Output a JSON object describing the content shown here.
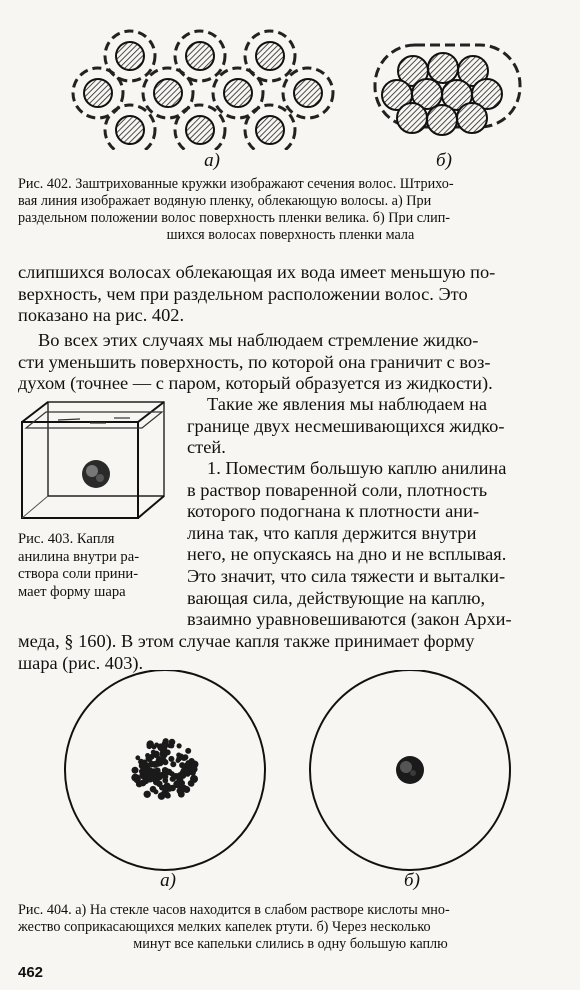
{
  "fig402": {
    "label_a": "а)",
    "label_b": "б)",
    "caption_lines": [
      "Рис. 402. Заштрихованные кружки изображают сечения волос. Штрихо-",
      "вая линия изображает водяную пленку, облекающую волосы. а) При",
      "раздельном положении волос поверхность пленки велика. б) При слип-",
      "шихся волосах поверхность пленки мала"
    ]
  },
  "paragraphs": {
    "p1": [
      "слипшихся волосах облекающая их вода имеет меньшую по-",
      "верхность, чем при раздельном расположении волос. Это",
      "показано на рис. 402."
    ],
    "p2": [
      "Во всех этих случаях мы наблюдаем стремление жидко-",
      "сти уменьшить поверхность, по которой она граничит с воз-",
      "духом (точнее — с паром, который образуется из жидкости)."
    ],
    "p3": [
      "Такие же явления мы наблюдаем на",
      "границе двух несмешивающихся жидко-",
      "стей."
    ],
    "p4_narrow": [
      "1. Поместим большую каплю анилина",
      "в раствор поваренной соли, плотность",
      "которого подогнана к плотности ани-",
      "лина так, что капля держится внутри",
      "него, не опускаясь на дно и не всплывая.",
      "Это значит, что сила тяжести и выталки-",
      "вающая сила, действующие на каплю,",
      "взаимно уравновешиваются (закон Архи-"
    ],
    "p4_full": [
      "меда, § 160). В этом случае капля также принимает форму",
      "шара (рис. 403)."
    ]
  },
  "fig403": {
    "caption_lines": [
      "Рис. 403. Капля",
      "анилина внутри ра-",
      "створа соли прини-",
      "мает форму шара"
    ]
  },
  "fig404": {
    "label_a": "а)",
    "label_b": "б)",
    "caption_lines": [
      "Рис. 404. а) На стекле часов находится в слабом растворе кислоты мно-",
      "жество соприкасающихся мелких капелек ртути. б) Через несколько",
      "минут все капельки слились в одну большую каплю"
    ]
  },
  "page_number": "462"
}
